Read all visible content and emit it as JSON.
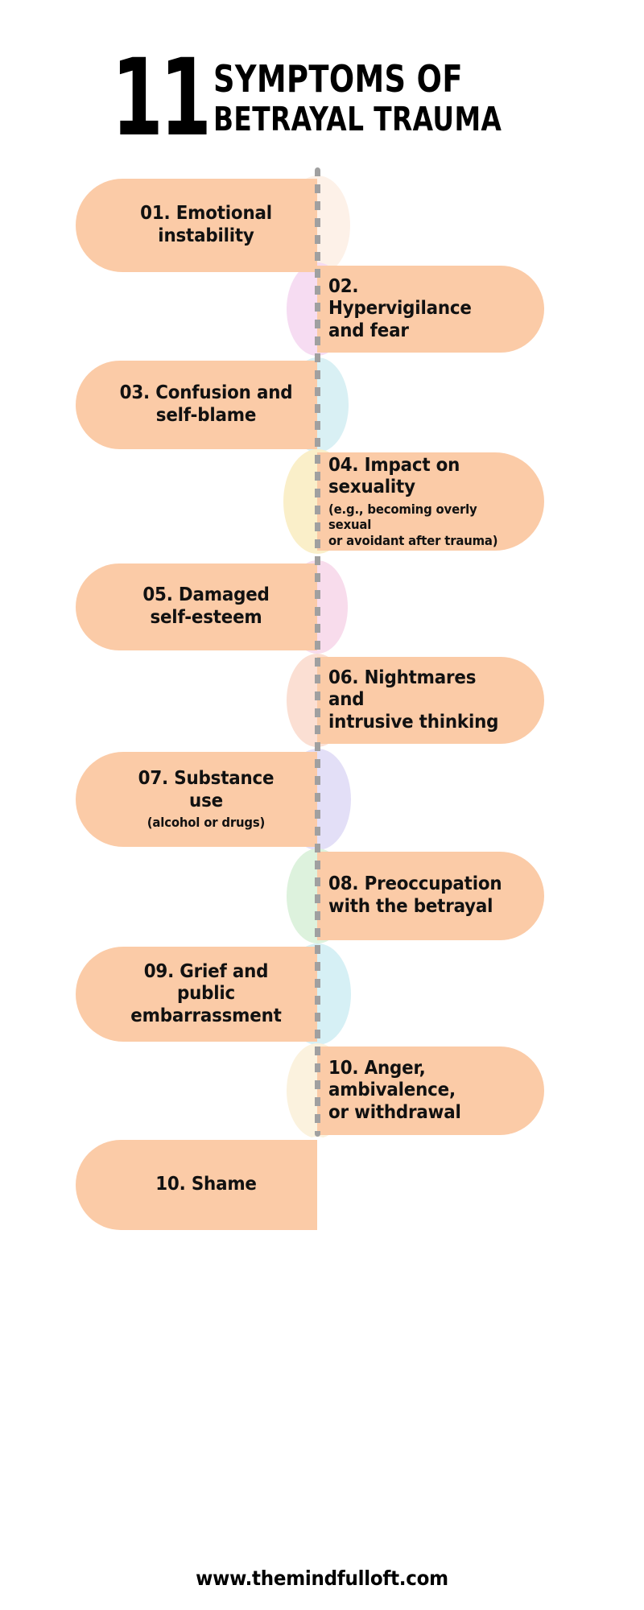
{
  "header": {
    "number": "11",
    "line1": "SYMPTOMS OF",
    "line2": "BETRAYAL TRAUMA"
  },
  "colors": {
    "card_fill": "#FBCBA7",
    "spine": "#A0A0A0",
    "text": "#111111",
    "background": "#FFFFFF"
  },
  "spine": {
    "style": "dashed-vertical"
  },
  "items": [
    {
      "id": "01",
      "side": "left",
      "title": "01. Emotional\ninstability",
      "sub": "",
      "blob_color": "#FDF1E8"
    },
    {
      "id": "02",
      "side": "right",
      "title": "02. Hypervigilance\nand fear",
      "sub": "",
      "blob_color": "#F6DCF2"
    },
    {
      "id": "03",
      "side": "left",
      "title": "03. Confusion and\nself-blame",
      "sub": "",
      "blob_color": "#D9F0F4"
    },
    {
      "id": "04",
      "side": "right",
      "title": "04. Impact on sexuality",
      "sub": "(e.g., becoming overly sexual\nor avoidant after trauma)",
      "blob_color": "#FAEFC9"
    },
    {
      "id": "05",
      "side": "left",
      "title": "05. Damaged\nself-esteem",
      "sub": "",
      "blob_color": "#F8DCEC"
    },
    {
      "id": "06",
      "side": "right",
      "title": "06. Nightmares and\nintrusive thinking",
      "sub": "",
      "blob_color": "#FBDFD3"
    },
    {
      "id": "07",
      "side": "left",
      "title": "07. Substance use",
      "sub": "(alcohol or drugs)",
      "blob_color": "#E3DFF7"
    },
    {
      "id": "08",
      "side": "right",
      "title": "08. Preoccupation\nwith the betrayal",
      "sub": "",
      "blob_color": "#DDF2DD"
    },
    {
      "id": "09",
      "side": "left",
      "title": "09. Grief and public\nembarrassment",
      "sub": "",
      "blob_color": "#D6F0F5"
    },
    {
      "id": "10",
      "side": "right",
      "title": "10. Anger, ambivalence,\nor withdrawal",
      "sub": "",
      "blob_color": "#FBF2DE"
    },
    {
      "id": "11",
      "side": "left",
      "title": "10. Shame",
      "sub": "",
      "blob_color": "#FFFFFF"
    }
  ],
  "footer": {
    "url": "www.themindfulloft.com"
  }
}
